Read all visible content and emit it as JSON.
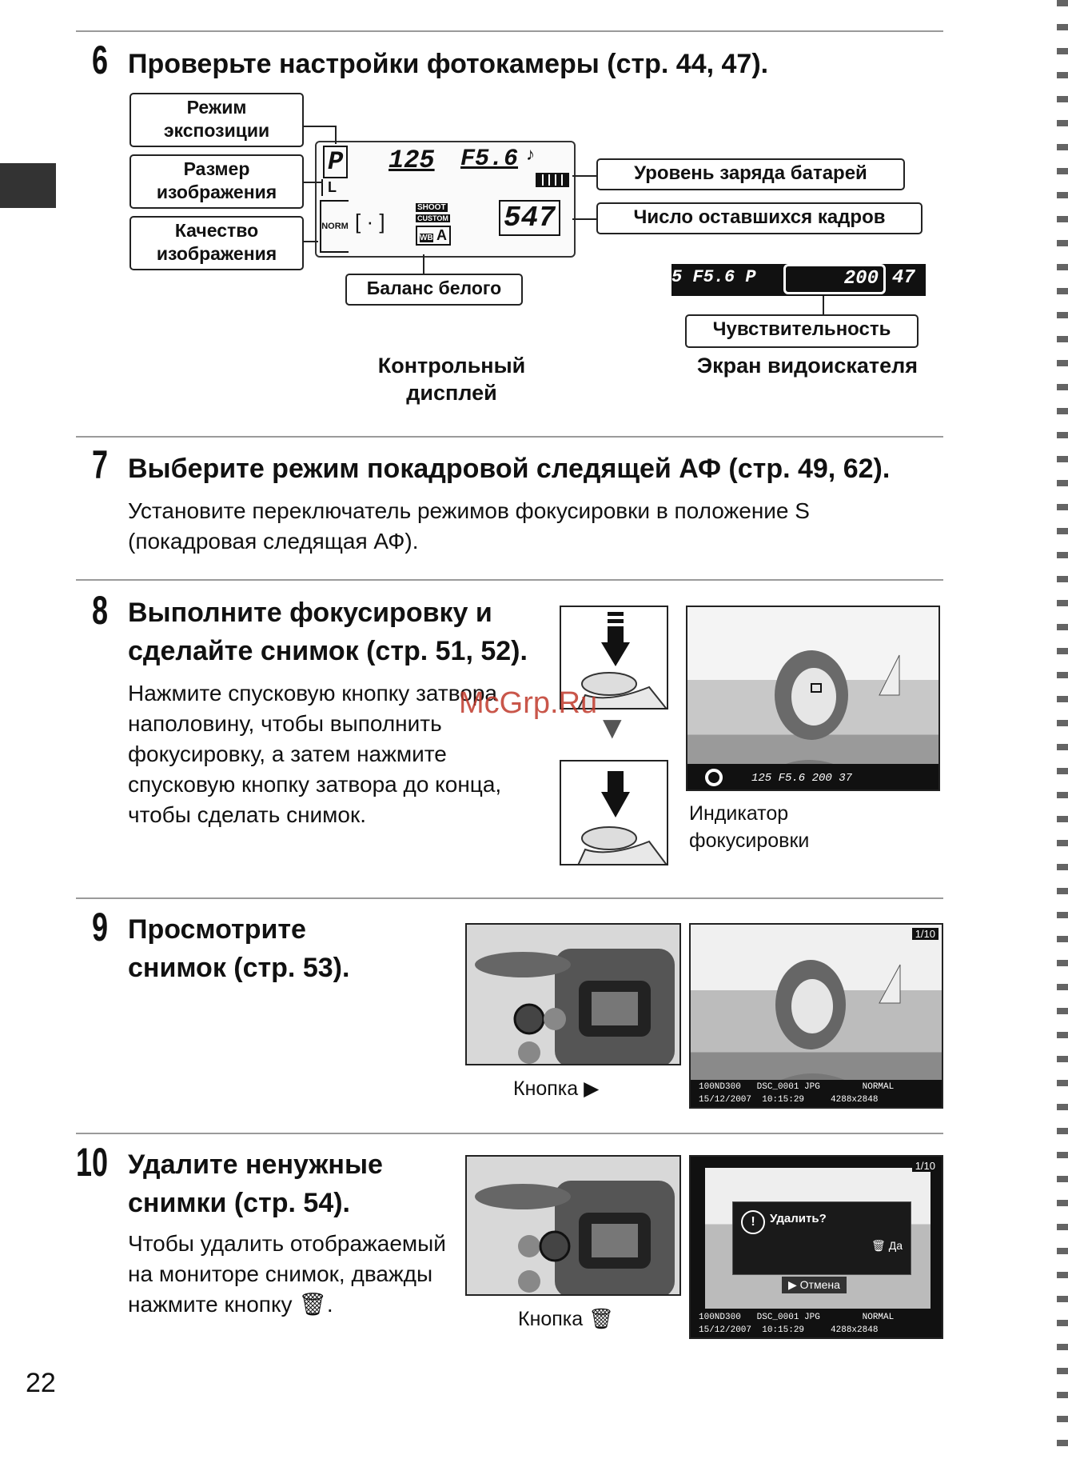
{
  "page_number": "22",
  "watermark": "McGrp.Ru",
  "step6": {
    "number": "6",
    "title": "Проверьте настройки фотокамеры (стр. 44, 47).",
    "labels": {
      "exposure_mode": "Режим экспозиции",
      "image_size": "Размер изображения",
      "image_quality": "Качество изображения",
      "white_balance": "Баланс белого",
      "battery_level": "Уровень заряда батарей",
      "frames_remaining": "Число оставшихся кадров",
      "sensitivity": "Чувствительность"
    },
    "lcd": {
      "mode": "P",
      "shutter": "125",
      "aperture": "F5.6",
      "size": "L",
      "quality": "NORM",
      "frames": "547",
      "shoot": "SHOOT",
      "custom": "CUSTOM",
      "wb": "WB",
      "wb_value": "A",
      "af_area": "[ · ]"
    },
    "viewfinder": {
      "left": "5  F5.6 P",
      "iso": "200",
      "frames": "47"
    },
    "caption_control": "Контрольный дисплей",
    "caption_viewfinder": "Экран видоискателя"
  },
  "step7": {
    "number": "7",
    "title": "Выберите режим покадровой следящей АФ (стр. 49, 62).",
    "body": "Установите переключатель режимов фокусировки в положение S (покадровая следящая АФ)."
  },
  "step8": {
    "number": "8",
    "title": "Выполните фокусировку и сделайте снимок (стр. 51, 52).",
    "body": "Нажмите спусковую кнопку затвора наполовину, чтобы выполнить фокусировку, а затем нажмите спусковую кнопку затвора до конца, чтобы сделать снимок.",
    "vf_strip": "125  F5.6    200  37",
    "focus_label": "Индикатор фокусировки"
  },
  "step9": {
    "number": "9",
    "title": "Просмотрите снимок (стр. 53).",
    "button_caption": "Кнопка ▶",
    "counter": "1/10",
    "info_line1": "100ND300   DSC_0001 JPG        NORMAL",
    "info_line2": "15/12/2007  10:15:29     4288x2848"
  },
  "step10": {
    "number": "10",
    "title": "Удалите ненужные снимки (стр. 54).",
    "body": "Чтобы удалить отображаемый на мониторе снимок, дважды нажмите кнопку 🗑.",
    "button_caption": "Кнопка 🗑",
    "counter": "1/10",
    "dialog_title": "Удалить?",
    "dialog_yes": "Да",
    "dialog_cancel": "Отмена",
    "info_line1": "100ND300   DSC_0001 JPG        NORMAL",
    "info_line2": "15/12/2007  10:15:29     4288x2848"
  }
}
